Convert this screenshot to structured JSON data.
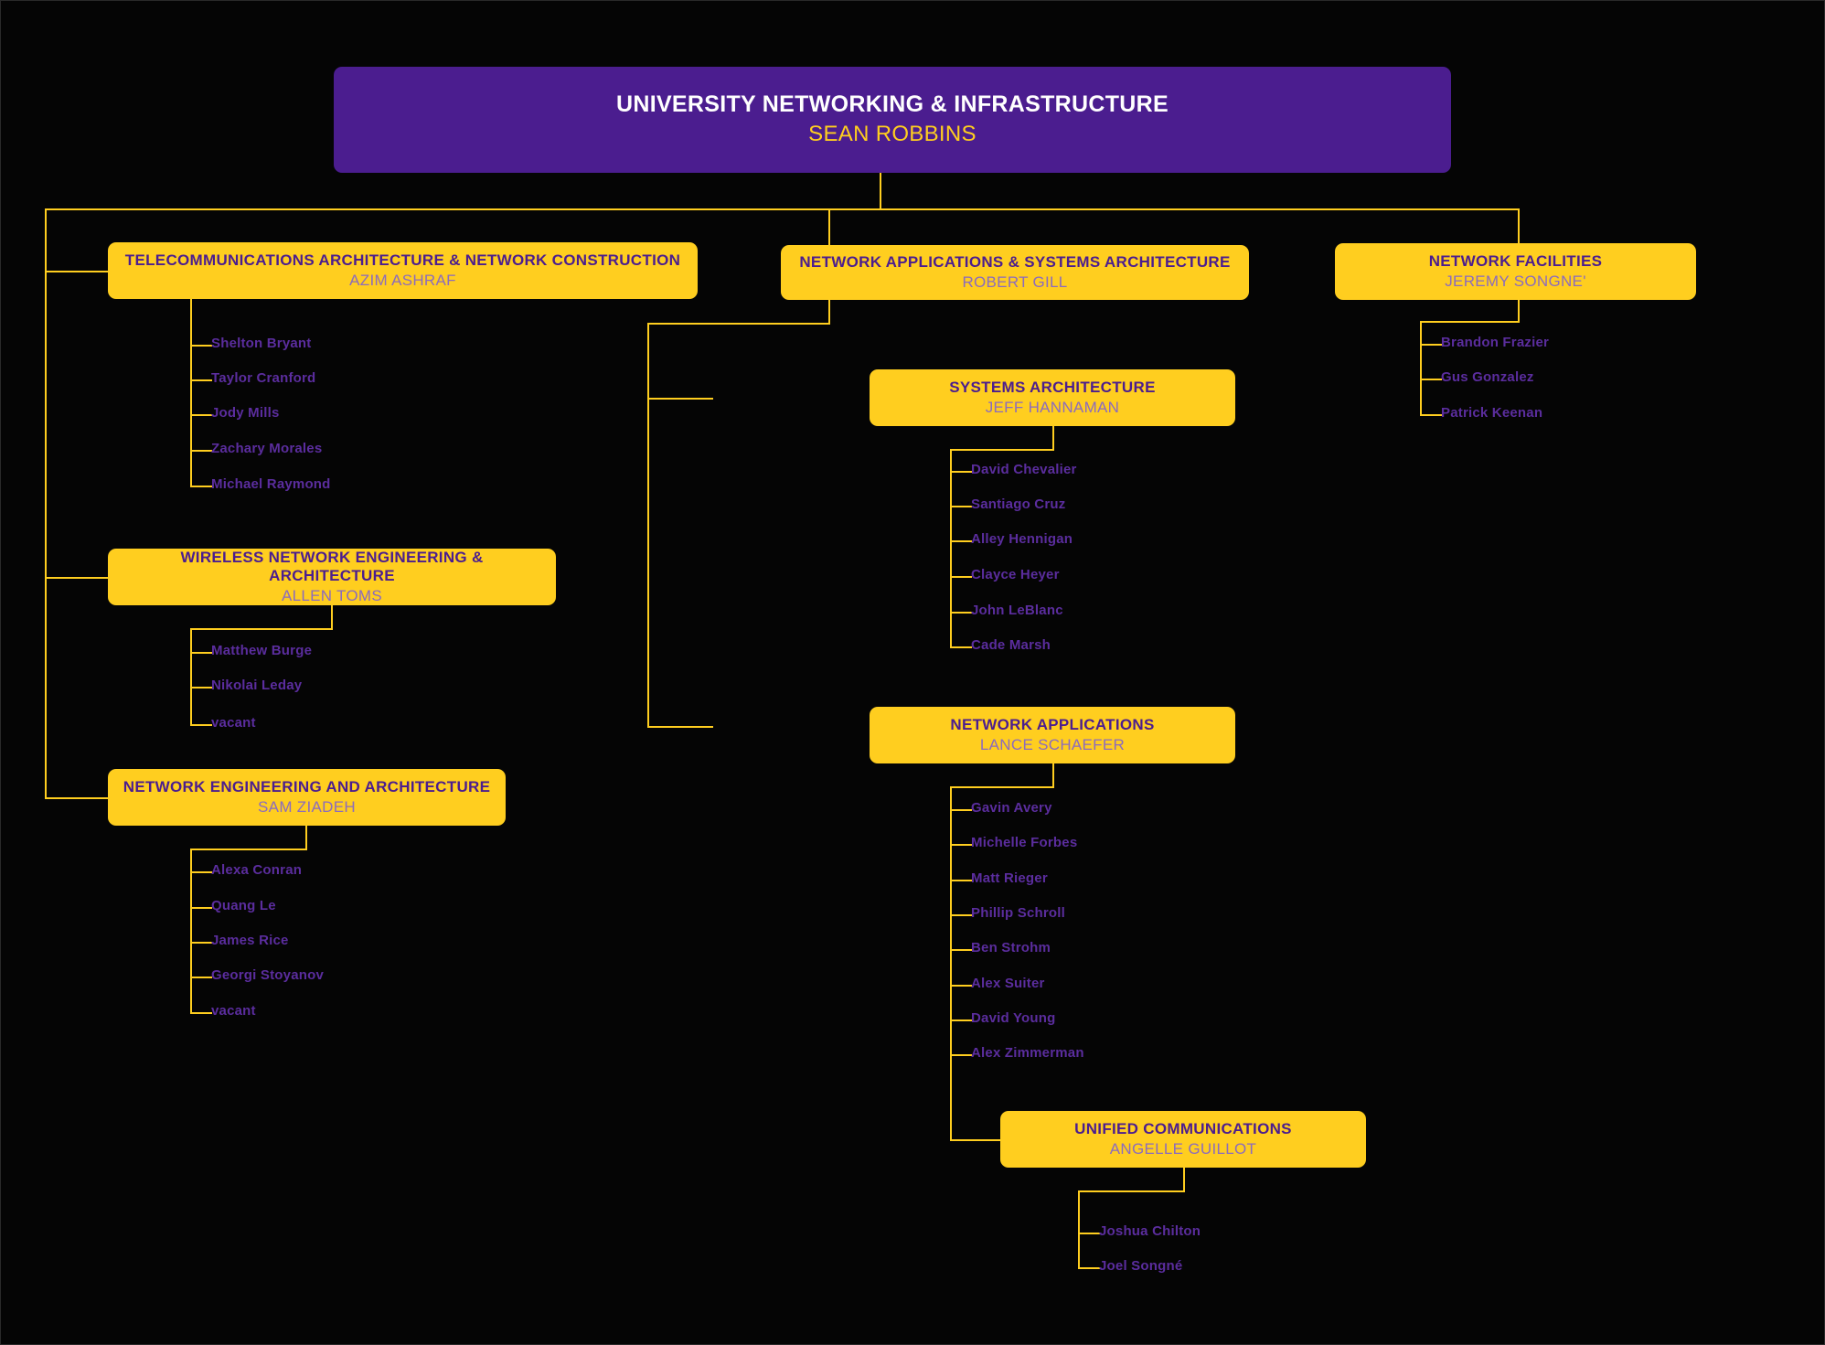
{
  "chart_data": {
    "type": "diagram",
    "title": "University Networking & Infrastructure Organizational Chart",
    "colors": {
      "background": "#050505",
      "root_box": "#4B1D8F",
      "unit_box": "#FFCE1F",
      "connector": "#FFCE1F",
      "root_title_text": "#FFFFFF",
      "root_lead_text": "#FFCE1F",
      "unit_title_text": "#4B1D8F",
      "unit_lead_text": "#8B6BBF",
      "staff_text": "#5B2D9E"
    }
  },
  "root": {
    "title": "UNIVERSITY NETWORKING & INFRASTRUCTURE",
    "lead": "SEAN ROBBINS"
  },
  "branches": {
    "telecom": {
      "title": "TELECOMMUNICATIONS ARCHITECTURE & NETWORK CONSTRUCTION",
      "lead": "AZIM ASHRAF",
      "staff": [
        "Shelton Bryant",
        "Taylor Cranford",
        "Jody Mills",
        "Zachary Morales",
        "Michael Raymond"
      ]
    },
    "wireless": {
      "title": "WIRELESS NETWORK ENGINEERING & ARCHITECTURE",
      "lead": "ALLEN TOMS",
      "staff": [
        "Matthew Burge",
        "Nikolai Leday",
        "vacant"
      ]
    },
    "netengineering": {
      "title": "NETWORK ENGINEERING AND ARCHITECTURE",
      "lead": "SAM ZIADEH",
      "staff": [
        "Alexa Conran",
        "Quang Le",
        "James Rice",
        "Georgi Stoyanov",
        "vacant"
      ]
    },
    "netapps_systems": {
      "title": "NETWORK APPLICATIONS & SYSTEMS ARCHITECTURE",
      "lead": "ROBERT GILL"
    },
    "systems_architecture": {
      "title": "SYSTEMS ARCHITECTURE",
      "lead": "JEFF HANNAMAN",
      "staff": [
        "David Chevalier",
        "Santiago Cruz",
        "Alley Hennigan",
        "Clayce Heyer",
        "John LeBlanc",
        "Cade Marsh"
      ]
    },
    "network_applications": {
      "title": "NETWORK APPLICATIONS",
      "lead": "LANCE SCHAEFER",
      "staff": [
        "Gavin Avery",
        "Michelle Forbes",
        "Matt Rieger",
        "Phillip Schroll",
        "Ben Strohm",
        "Alex Suiter",
        "David Young",
        "Alex Zimmerman"
      ]
    },
    "unified_communications": {
      "title": "UNIFIED COMMUNICATIONS",
      "lead": "ANGELLE GUILLOT",
      "staff": [
        "Joshua Chilton",
        "Joel Songné"
      ]
    },
    "network_facilities": {
      "title": "NETWORK FACILITIES",
      "lead": "JEREMY SONGNE'",
      "staff": [
        "Brandon Frazier",
        "Gus Gonzalez",
        "Patrick Keenan"
      ]
    }
  }
}
